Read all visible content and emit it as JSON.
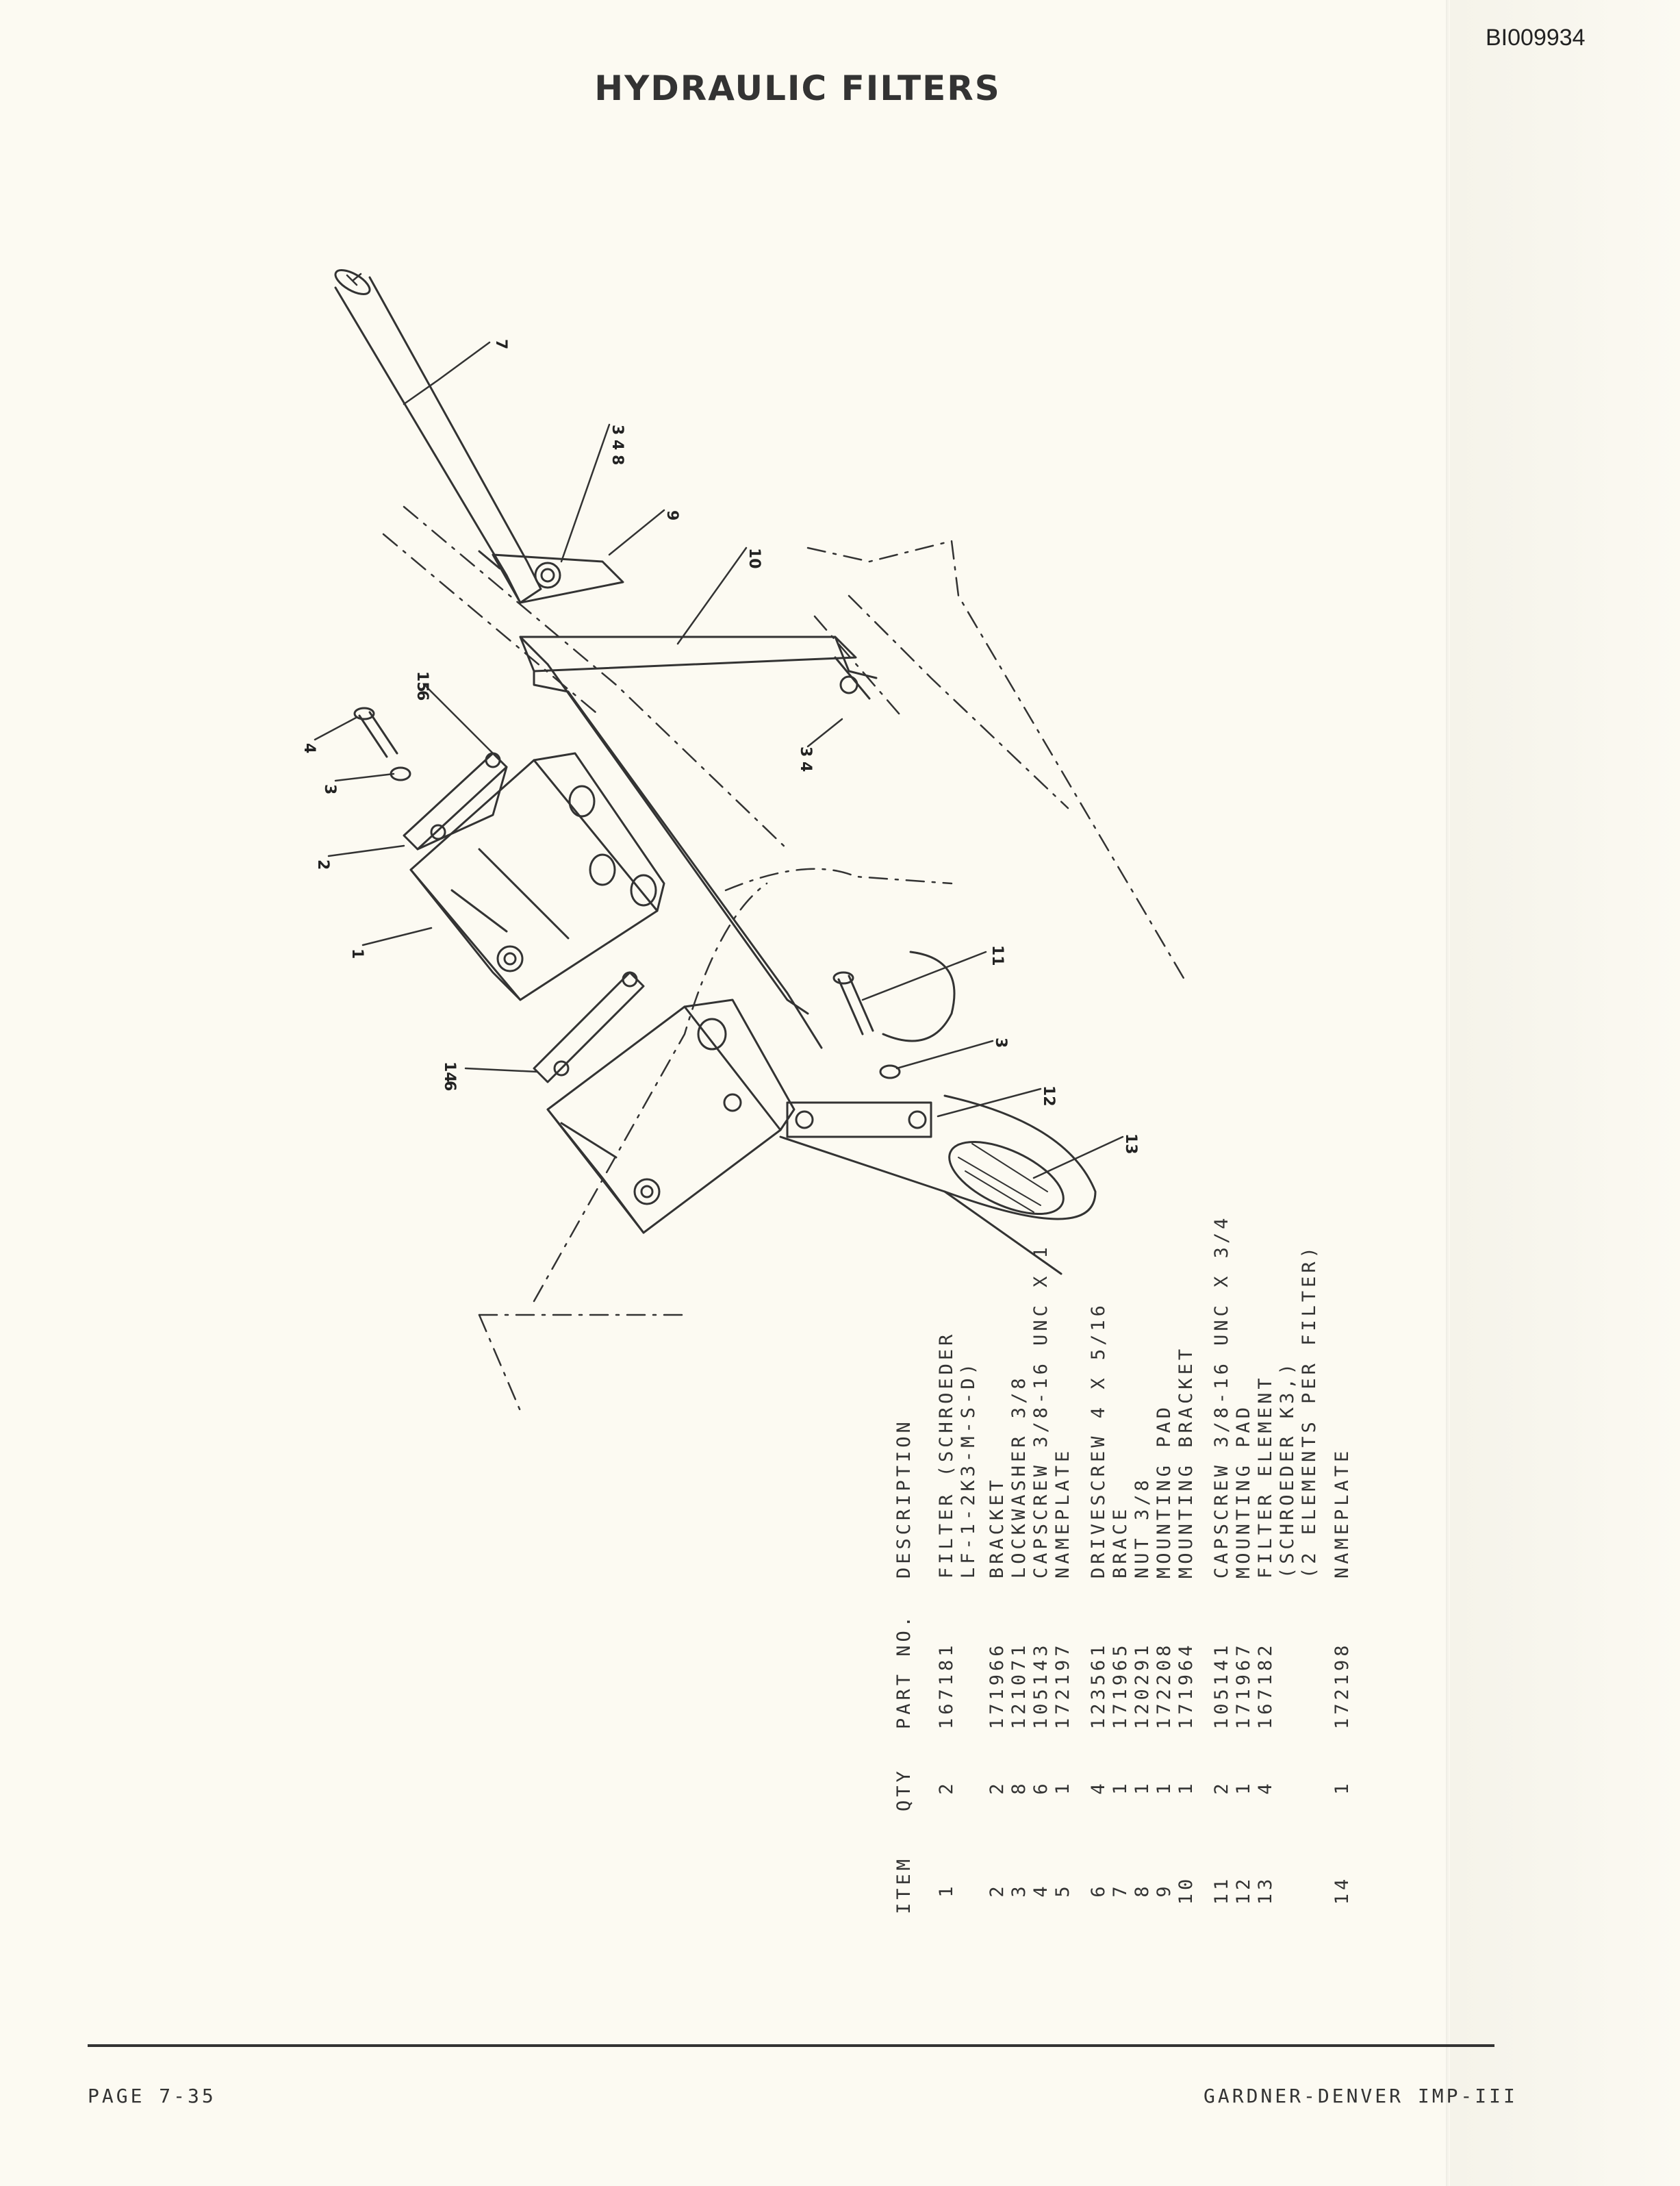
{
  "doc_id": "BI009934",
  "title": "HYDRAULIC FILTERS",
  "callouts": {
    "c1": "1",
    "c2": "2",
    "c3a": "3",
    "c4a": "4",
    "c15": "15",
    "c16": "6",
    "c7": "7",
    "c348a": "3",
    "c348b": "4",
    "c348c": "8",
    "c9": "9",
    "c10": "10",
    "c34a": "3",
    "c34b": "4",
    "c11": "11",
    "c3b": "3",
    "c12": "12",
    "c13": "13",
    "c14": "14",
    "c6b": "6"
  },
  "parts_table": {
    "headers": {
      "item": "ITEM",
      "qty": "QTY",
      "part": "PART NO.",
      "desc": "DESCRIPTION"
    },
    "rows": [
      {
        "item": "1",
        "qty": "2",
        "part": "167181",
        "desc": "FILTER (SCHROEDER"
      },
      {
        "item": "",
        "qty": "",
        "part": "",
        "desc": "LF-1-2K3-M-S-D)"
      },
      {
        "item": "2",
        "qty": "2",
        "part": "171966",
        "desc": "BRACKET"
      },
      {
        "item": "3",
        "qty": "8",
        "part": "121071",
        "desc": "LOCKWASHER 3/8"
      },
      {
        "item": "4",
        "qty": "6",
        "part": "105143",
        "desc": "CAPSCREW 3/8-16 UNC X 1"
      },
      {
        "item": "5",
        "qty": "1",
        "part": "172197",
        "desc": "NAMEPLATE"
      },
      {
        "item": "6",
        "qty": "4",
        "part": "123561",
        "desc": "DRIVESCREW 4 X 5/16"
      },
      {
        "item": "7",
        "qty": "1",
        "part": "171965",
        "desc": "BRACE"
      },
      {
        "item": "8",
        "qty": "1",
        "part": "120291",
        "desc": "NUT 3/8"
      },
      {
        "item": "9",
        "qty": "1",
        "part": "172208",
        "desc": "MOUNTING PAD"
      },
      {
        "item": "10",
        "qty": "1",
        "part": "171964",
        "desc": "MOUNTING BRACKET"
      },
      {
        "item": "11",
        "qty": "2",
        "part": "105141",
        "desc": "CAPSCREW 3/8-16 UNC X 3/4"
      },
      {
        "item": "12",
        "qty": "1",
        "part": "171967",
        "desc": "MOUNTING PAD"
      },
      {
        "item": "13",
        "qty": "4",
        "part": "167182",
        "desc": "FILTER ELEMENT"
      },
      {
        "item": "",
        "qty": "",
        "part": "",
        "desc": "(SCHROEDER K3,)"
      },
      {
        "item": "",
        "qty": "",
        "part": "",
        "desc": "(2 ELEMENTS PER FILTER)"
      },
      {
        "item": "14",
        "qty": "1",
        "part": "172198",
        "desc": "NAMEPLATE"
      }
    ]
  },
  "footer": {
    "page": "PAGE 7-35",
    "brand": "GARDNER-DENVER IMP-III"
  }
}
